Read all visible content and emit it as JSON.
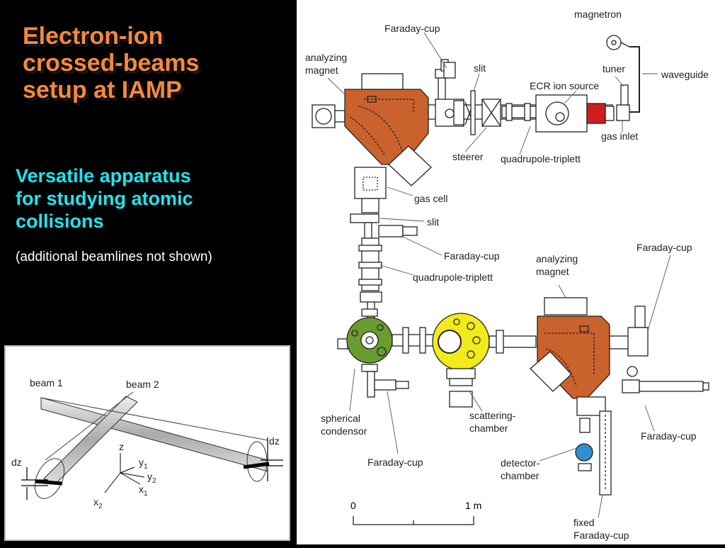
{
  "slide": {
    "title_lines": [
      "Electron-ion",
      "crossed-beams",
      "setup at IAMP"
    ],
    "subtitle_lines": [
      "Versatile apparatus",
      "for studying atomic",
      "collisions"
    ],
    "note": "(additional beamlines not shown)"
  },
  "diagram": {
    "labels": {
      "magnetron": "magnetron",
      "faraday_cup_top": "Faraday-cup",
      "analyzing_magnet_top": "analyzing",
      "analyzing_magnet_top_2": "magnet",
      "slit_top": "slit",
      "tuner": "tuner",
      "waveguide": "waveguide",
      "ecr_ion_source": "ECR ion source",
      "gas_inlet": "gas inlet",
      "steerer": "steerer",
      "quadrupole_triplett_top": "quadrupole-triplett",
      "gas_cell": "gas cell",
      "slit_mid": "slit",
      "faraday_cup_mid": "Faraday-cup",
      "quadrupole_triplett_mid": "quadrupole-triplett",
      "analyzing_magnet_bottom": "analyzing",
      "analyzing_magnet_bottom_2": "magnet",
      "faraday_cup_right": "Faraday-cup",
      "spherical_condensor": "spherical",
      "spherical_condensor_2": "condensor",
      "scattering_chamber": "scattering-",
      "scattering_chamber_2": "chamber",
      "faraday_cup_right_low": "Faraday-cup",
      "faraday_cup_bottom": "Faraday-cup",
      "detector_chamber": "detector-",
      "detector_chamber_2": "chamber",
      "fixed_faraday_cup": "fixed",
      "fixed_faraday_cup_2": "Faraday-cup",
      "scale_zero": "0",
      "scale_one": "1 m"
    },
    "colors": {
      "magnet": "#c9622d",
      "condensor": "#6a9c2f",
      "scattering": "#f2ea1a",
      "detector": "#2f8fd0",
      "source": "#d01c1c"
    }
  },
  "inset": {
    "beam1": "beam 1",
    "beam2": "beam 2",
    "dz_left": "dz",
    "dz_right": "dz",
    "z": "z",
    "y1": "y",
    "y1_sub": "1",
    "y2": "y",
    "y2_sub": "2",
    "x1": "x",
    "x1_sub": "1",
    "x2": "x",
    "x2_sub": "2"
  }
}
